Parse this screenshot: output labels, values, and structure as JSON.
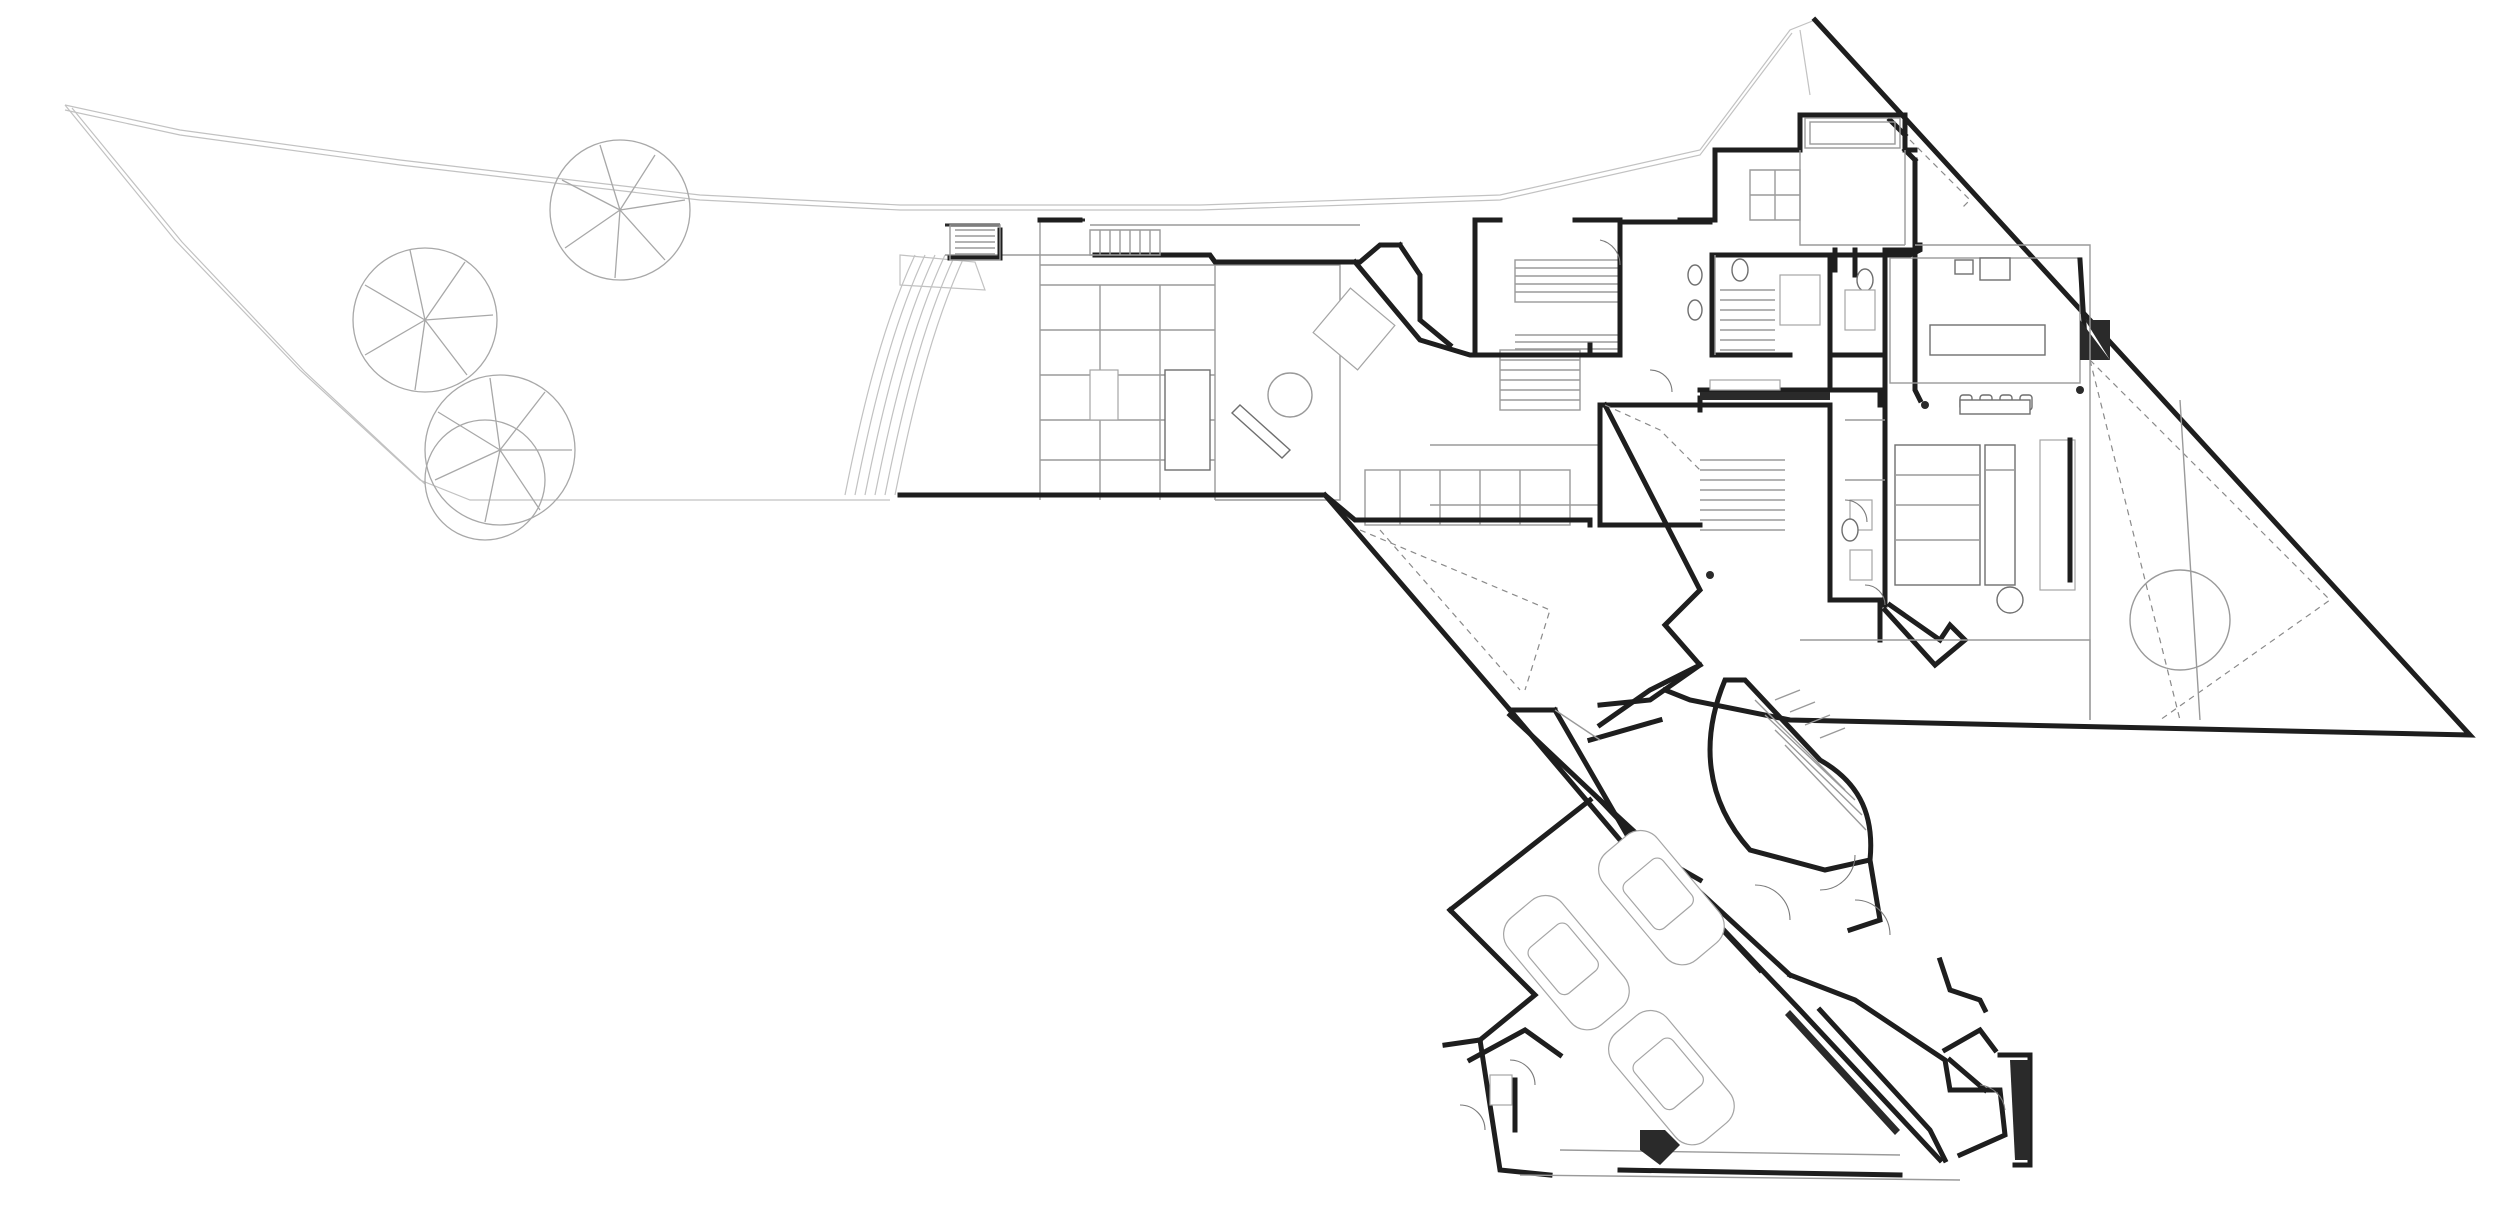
{
  "drawing": {
    "kind": "architectural floor plan",
    "colors": {
      "walls": "#1e1e1e",
      "fine_lines": "#9a9a9a",
      "landscape": "#c2c2c2",
      "background": "#ffffff"
    },
    "icons": [
      "tree-symbol",
      "car-symbol",
      "door-swing",
      "stair-treads",
      "dining-set",
      "sofa-set",
      "kitchen-counter",
      "toilet-fixture"
    ]
  }
}
